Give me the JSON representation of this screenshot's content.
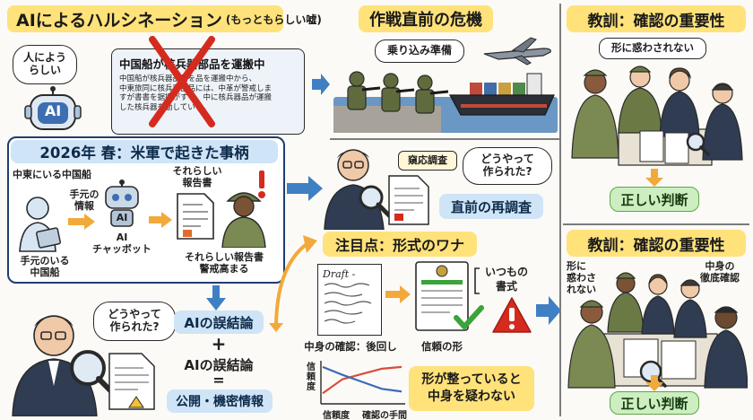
{
  "title": {
    "main": "AIによるハルシネーション",
    "sub": "(もっともらしい嘘)"
  },
  "left_top": {
    "robot_bubble": [
      "人によう",
      "らしい"
    ],
    "robot_badge": "AI",
    "doc_title": "中国船が核兵器部品を運搬中",
    "doc_body": [
      "中国船が核兵器部品を品を運搬中から、",
      "中東旅同に核兵器部品には、中革が警戒しま",
      "すが書書を据撥がする。中に核兵器品が運搬",
      "した核兵器を動している。"
    ]
  },
  "incident": {
    "title": "2026年 春：米軍で起きた事柄",
    "label_ship": "中東にいる中国船",
    "label_info": [
      "手元の",
      "情報"
    ],
    "label_report": [
      "それらしい",
      "報告書"
    ],
    "label_holder": [
      "手元のいる",
      "中国船"
    ],
    "label_ai_badge": "AI",
    "label_ai": [
      "AI",
      "チャッボット"
    ],
    "label_alert": [
      "それらしい報告書",
      "警戒高まる"
    ]
  },
  "crisis": {
    "title": "作戦直前の危機",
    "bubble": "乗り込み準備"
  },
  "recheck": {
    "tag": "窺応調査",
    "bubble": [
      "どうやって",
      "作られた?"
    ],
    "label": "直前の再調査"
  },
  "bottom_left": {
    "bubble": [
      "どうやって",
      "作られた?"
    ]
  },
  "equation": {
    "line1": "AIの誤結論",
    "plus": "+",
    "line2": "AIの誤結論",
    "eq": "=",
    "line3": "公開・機密情報"
  },
  "trap": {
    "title": "注目点：形式のワナ",
    "draft_word": "Draft -",
    "label_content": "中身の確認：後回し",
    "label_form": "信頼の形",
    "usual_format": [
      "いつもの",
      "書式"
    ],
    "chart_y": [
      "信",
      "頼",
      "度"
    ],
    "chart_x1": "信頼度",
    "chart_x2": "確認の手間",
    "warning": [
      "形が整っていると",
      "中身を疑わない"
    ]
  },
  "lesson1": {
    "title": "教訓：確認の重要性",
    "bubble": "形に惑わされない",
    "result": "正しい判断"
  },
  "lesson2": {
    "title": "教訓：確認の重要性",
    "left_note": [
      "形に",
      "惑わさ",
      "れない"
    ],
    "right_note": [
      "中身の",
      "徹底確認"
    ],
    "result": "正しい判断"
  },
  "chart_data": {
    "type": "line",
    "x": [
      0,
      1,
      2,
      3,
      4
    ],
    "series": [
      {
        "values": [
          1.0,
          2.6,
          3.2,
          3.8,
          4.0
        ],
        "color": "#d84d3a"
      },
      {
        "values": [
          4.0,
          3.1,
          2.3,
          1.5,
          1.2
        ],
        "color": "#3a6bb8"
      }
    ],
    "xlim": [
      0,
      4
    ],
    "ylim": [
      0,
      4.5
    ]
  },
  "colors": {
    "accent_yellow": "#ffe27a",
    "accent_blue": "#cfe4f6",
    "arrow_blue": "#3f7fc4",
    "arrow_orange": "#f2a93b",
    "warning_red": "#d52b1e",
    "ok_green": "#3aa33a"
  }
}
